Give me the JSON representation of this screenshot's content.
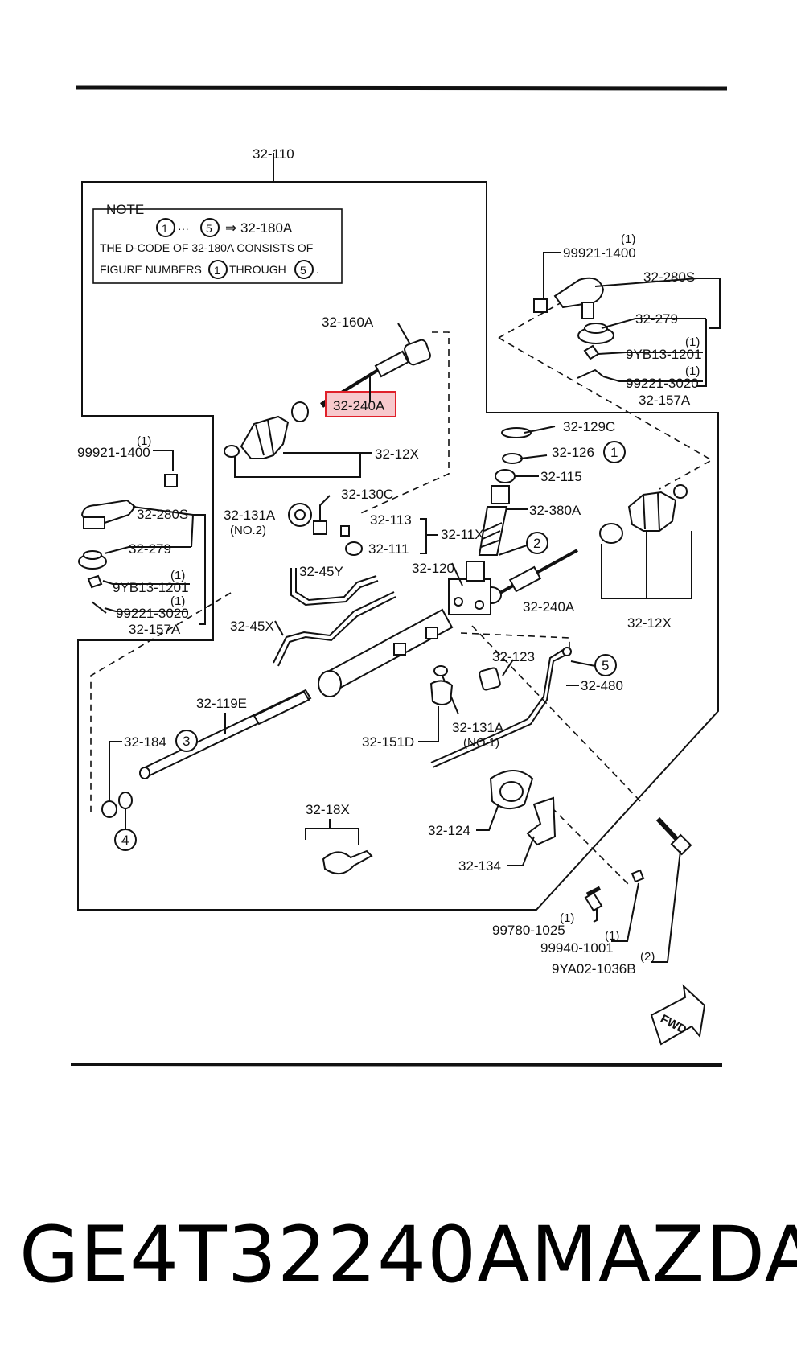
{
  "callouts": {
    "assembly": "32-110",
    "c160a": "32-160A",
    "c240a_hl": "32-240A",
    "c12x_top": "32-12X",
    "c99921_l": "99921-1400",
    "c99921_l_q": "(1)",
    "c280s_l": "32-280S",
    "c279_l": "32-279",
    "c9yb_l": "9YB13-1201",
    "c9yb_l_q": "(1)",
    "c99221_l": "99221-3020",
    "c99221_l_q": "(1)",
    "c157a_l": "32-157A",
    "c99921_r": "99921-1400",
    "c99921_r_q": "(1)",
    "c280s_r": "32-280S",
    "c279_r": "32-279",
    "c9yb_r": "9YB13-1201",
    "c9yb_r_q": "(1)",
    "c99221_r": "99221-3020",
    "c99221_r_q": "(1)",
    "c157a_r": "32-157A",
    "c129c": "32-129C",
    "c126": "32-126",
    "c115": "32-115",
    "c380a": "32-380A",
    "c131a_top": "32-131A",
    "c131a_top_sub": "(NO.2)",
    "c130c": "32-130C",
    "c113": "32-113",
    "c11x": "32-11X",
    "c111": "32-111",
    "c240a_r": "32-240A",
    "c12x_r": "32-12X",
    "c45y": "32-45Y",
    "c120": "32-120",
    "c45x": "32-45X",
    "c123": "32-123",
    "c480": "32-480",
    "c119e": "32-119E",
    "c184": "32-184",
    "c131a_bot": "32-131A",
    "c131a_bot_sub": "(NO.1)",
    "c151d": "32-151D",
    "c124": "32-124",
    "c18x": "32-18X",
    "c134": "32-134",
    "c99780": "99780-1025",
    "c99780_q": "(1)",
    "c99940": "99940-1001",
    "c99940_q": "(1)",
    "c9ya02": "9YA02-1036B",
    "c9ya02_q": "(2)",
    "fwd": "FWD"
  },
  "circled_numbers": {
    "n1": "1",
    "n2": "2",
    "n3": "3",
    "n4": "4",
    "n5": "5"
  },
  "note": {
    "title": "NOTE",
    "range_from": "1",
    "range_dots": "···",
    "range_to": "5",
    "arrow_target": "⇒ 32-180A",
    "line2": "THE D-CODE OF 32-180A CONSISTS OF",
    "line3a": "FIGURE NUMBERS",
    "line3_from": "1",
    "line3_mid": "THROUGH",
    "line3_to": "5",
    "line3_end": "."
  },
  "footer": {
    "part_number": "GE4T32240A",
    "brand": "MAZDA"
  },
  "colors": {
    "highlight_fill": "#f7c9cd",
    "highlight_stroke": "#e0202a",
    "ink": "#111111"
  }
}
